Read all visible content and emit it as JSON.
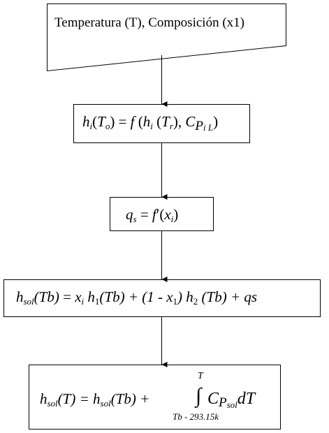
{
  "input_node": {
    "text": "Temperatura (T), Composición (x1)"
  },
  "node_h": {
    "h": "h",
    "i1": "i",
    "to_open": "(",
    "T1": "T",
    "o": "o",
    "to_close": ")",
    "eq": " = ",
    "f": "f",
    "paren": " (",
    "h2": "h",
    "i2": "i",
    "sp": " (",
    "T2": "T",
    "r": "r",
    "close_comma": "), ",
    "C": "C",
    "P": "P",
    "iL": "i L",
    "end": ")"
  },
  "node_q": {
    "q": "q",
    "s": "s",
    "eq": " = ",
    "f": "f",
    "prime": "′",
    "open": "(",
    "x": "x",
    "i": "i",
    "close": ")"
  },
  "node_hsol_tb": {
    "h": "h",
    "sol": "sol",
    "arg": "(Tb)",
    "eq": " = ",
    "x": "x",
    "i": "i",
    "h1": " h",
    "one": "1",
    "arg1": "(Tb) + (1 - x",
    "sub1": "1",
    "close_h": ") h",
    "two": "2",
    "arg2": " (Tb) + ",
    "qs": "qs"
  },
  "node_final": {
    "h": "h",
    "sol": "sol",
    "argT": "(T) = ",
    "h2": "h",
    "sol2": "sol",
    "argTb": "(Tb) + ",
    "upper": "T",
    "integral": "∫",
    "lower": "Tb - 293.15k",
    "C": "C",
    "P": "P",
    "sol3": "sol",
    "dT": "dT"
  }
}
